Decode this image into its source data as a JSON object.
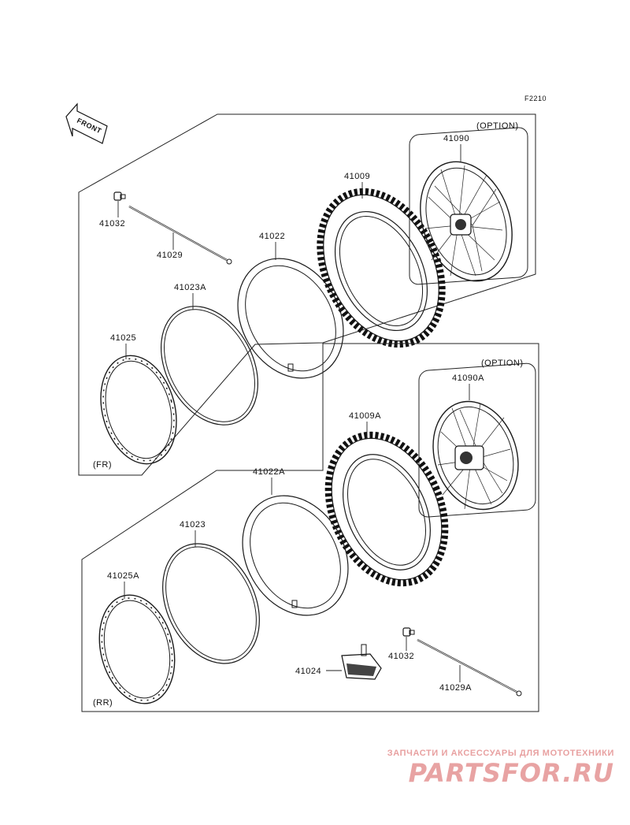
{
  "figure_code": "F2210",
  "front_arrow": "FRONT",
  "labels": {
    "p41032_top": "41032",
    "p41029": "41029",
    "p41022": "41022",
    "p41009": "41009",
    "p41090": "41090",
    "option_top": "(OPTION)",
    "p41023A": "41023A",
    "p41025": "41025",
    "fr": "(FR)",
    "option_bottom": "(OPTION)",
    "p41090A": "41090A",
    "p41009A": "41009A",
    "p41022A": "41022A",
    "p41023": "41023",
    "p41025A": "41025A",
    "p41024": "41024",
    "p41032_bottom": "41032",
    "p41029A": "41029A",
    "rr": "(RR)"
  },
  "watermark": {
    "tagline": "ЗАПЧАСТИ И АКСЕССУАРЫ ДЛЯ МОТОТЕХНИКИ",
    "logo": "PARTSFOR.RU",
    "color": "#e8a0a0"
  }
}
